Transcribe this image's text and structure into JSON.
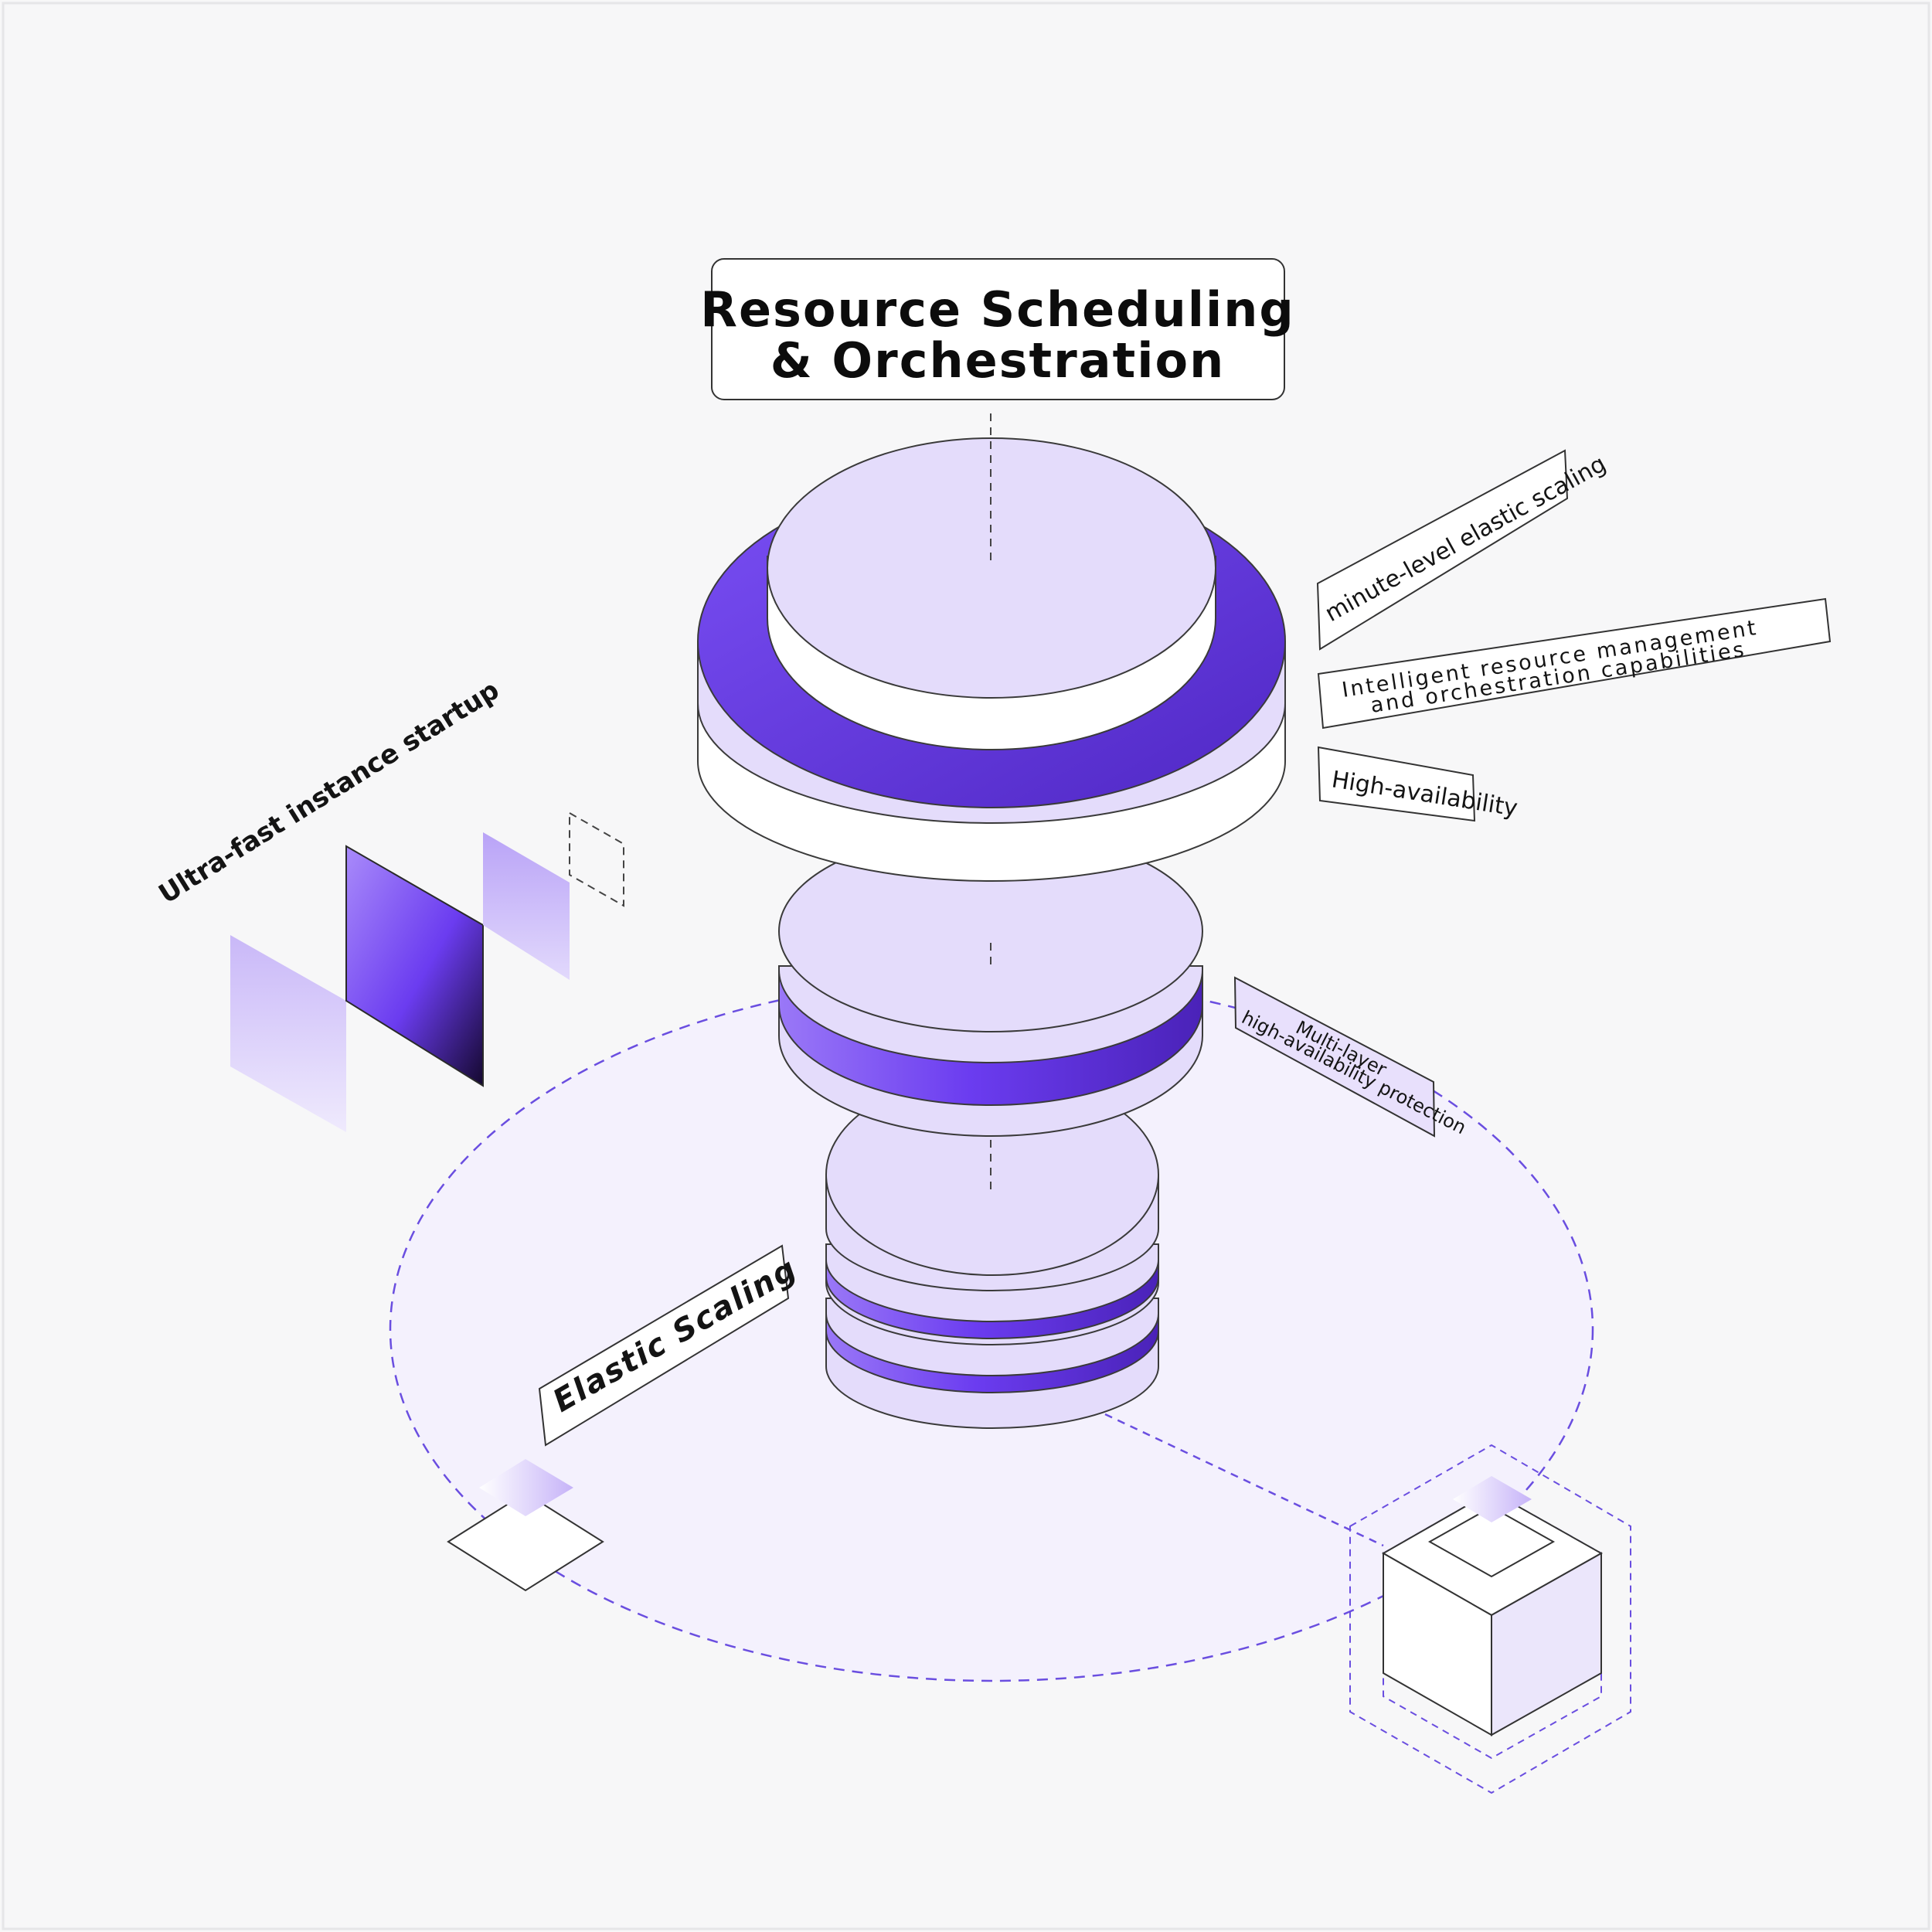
{
  "diagram": {
    "title_line1": "Resource Scheduling",
    "title_line2": "& Orchestration",
    "features": {
      "minute_scaling": "minute-level elastic scaling",
      "intelligent_line1": "Intelligent resource management",
      "intelligent_line2": "and orchestration capabilities",
      "high_availability": "High-availability",
      "multilayer_line1": "Multi-layer",
      "multilayer_line2": "high-availability protection",
      "ultra_fast": "Ultra-fast instance startup",
      "elastic_scaling": "Elastic Scaling"
    },
    "colors": {
      "accent_purple": "#6b3cf0",
      "dark_purple": "#4a22b8",
      "light_lavender": "#e4dcfb",
      "pale_lavender": "#f3f0fd",
      "background": "#f7f7f8"
    }
  }
}
